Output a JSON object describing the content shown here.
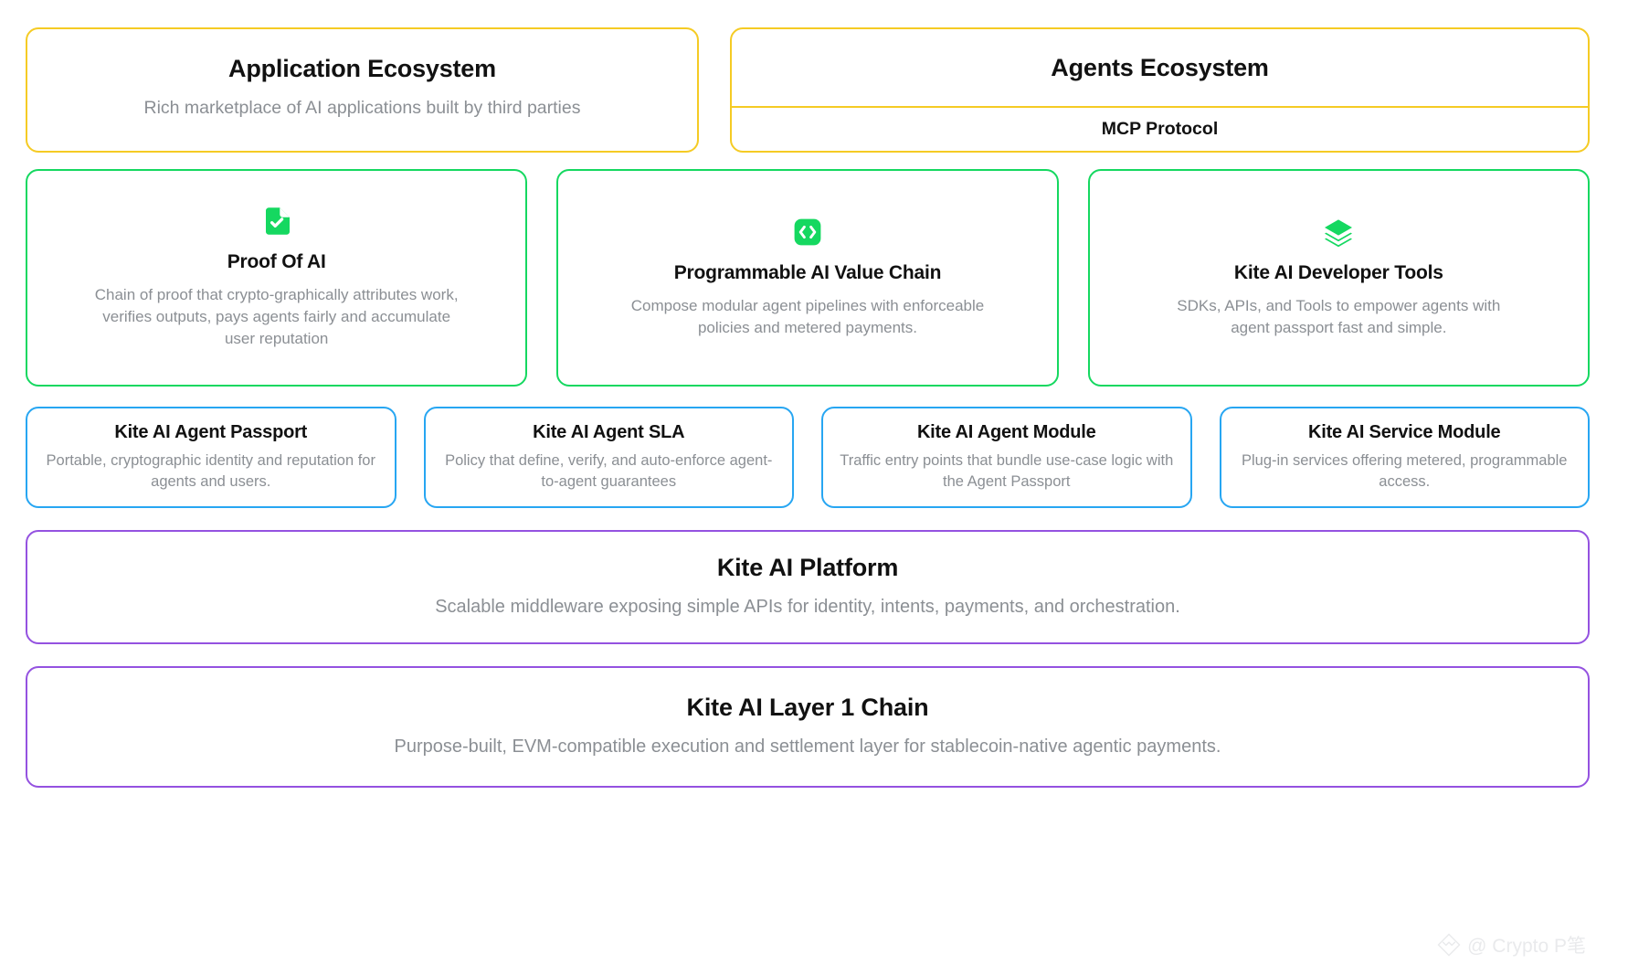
{
  "colors": {
    "yellow": "#f5cb24",
    "green": "#15d860",
    "blue": "#27a6f2",
    "purple": "#9452e0",
    "title": "#111111",
    "body": "#8b8f94"
  },
  "ecosystem_row": {
    "application": {
      "title": "Application Ecosystem",
      "description": "Rich marketplace of AI applications built by third parties"
    },
    "agents": {
      "title": "Agents Ecosystem",
      "protocol": "MCP Protocol"
    }
  },
  "feature_cards": [
    {
      "icon": "document-check-icon",
      "title": "Proof Of AI",
      "description": "Chain of proof that crypto-graphically attributes work, verifies outputs, pays agents fairly and accumulate user reputation"
    },
    {
      "icon": "code-brackets-icon",
      "title": "Programmable AI Value Chain",
      "description": "Compose modular agent pipelines with enforceable policies and metered payments."
    },
    {
      "icon": "layers-icon",
      "title": "Kite AI Developer Tools",
      "description": "SDKs, APIs, and Tools to empower agents with agent passport fast and simple."
    }
  ],
  "module_cards": [
    {
      "title": "Kite AI Agent Passport",
      "description": "Portable, cryptographic identity and reputation for agents and users."
    },
    {
      "title": "Kite AI Agent SLA",
      "description": "Policy that define, verify, and auto-enforce agent-to-agent guarantees"
    },
    {
      "title": "Kite AI Agent Module",
      "description": "Traffic entry points that bundle use-case logic with the Agent Passport"
    },
    {
      "title": "Kite AI Service Module",
      "description": "Plug-in services offering metered, programmable access."
    }
  ],
  "platform": {
    "title": "Kite AI Platform",
    "description": "Scalable middleware exposing simple APIs for identity, intents, payments, and orchestration."
  },
  "chain": {
    "title": "Kite AI Layer 1 Chain",
    "description": "Purpose-built, EVM-compatible execution and settlement layer for stablecoin-native agentic payments."
  },
  "watermark": {
    "icon": "diamond-logo-icon",
    "text": "@ Crypto P笔"
  }
}
